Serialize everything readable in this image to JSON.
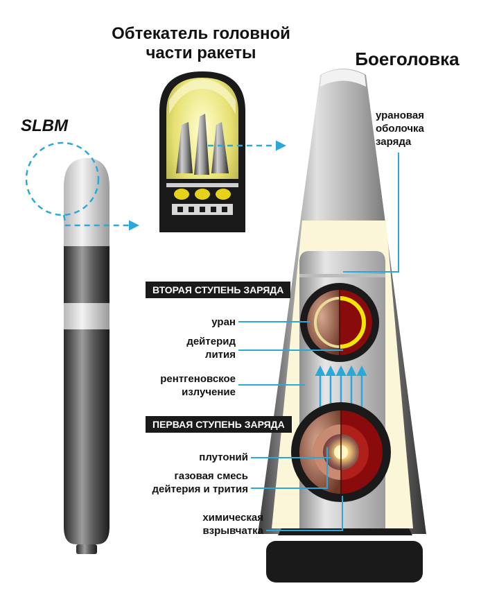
{
  "titles": {
    "slbm": "SLBM",
    "fairing_line1": "Обтекатель головной",
    "fairing_line2": "части ракеты",
    "warhead": "Боеголовка"
  },
  "labels": {
    "uranium_shell_line1": "урановая",
    "uranium_shell_line2": "оболочка",
    "uranium_shell_line3": "заряда",
    "second_stage": "ВТОРАЯ СТУПЕНЬ ЗАРЯДА",
    "uranium": "уран",
    "lithium_deuteride_line1": "дейтерид",
    "lithium_deuteride_line2": "лития",
    "xray_line1": "рентгеновское",
    "xray_line2": "излучение",
    "first_stage": "ПЕРВАЯ СТУПЕНЬ ЗАРЯДА",
    "plutonium": "плутоний",
    "gas_line1": "газовая смесь",
    "gas_line2": "дейтерия и трития",
    "explosive_line1": "химическая",
    "explosive_line2": "взрывчатка"
  },
  "colors": {
    "callout": "#2aa9d8",
    "core_red": "#8a0b0b",
    "uranium_yellow": "#f2e600",
    "dark": "#1a1a1a",
    "cream": "#fbf6d8"
  }
}
